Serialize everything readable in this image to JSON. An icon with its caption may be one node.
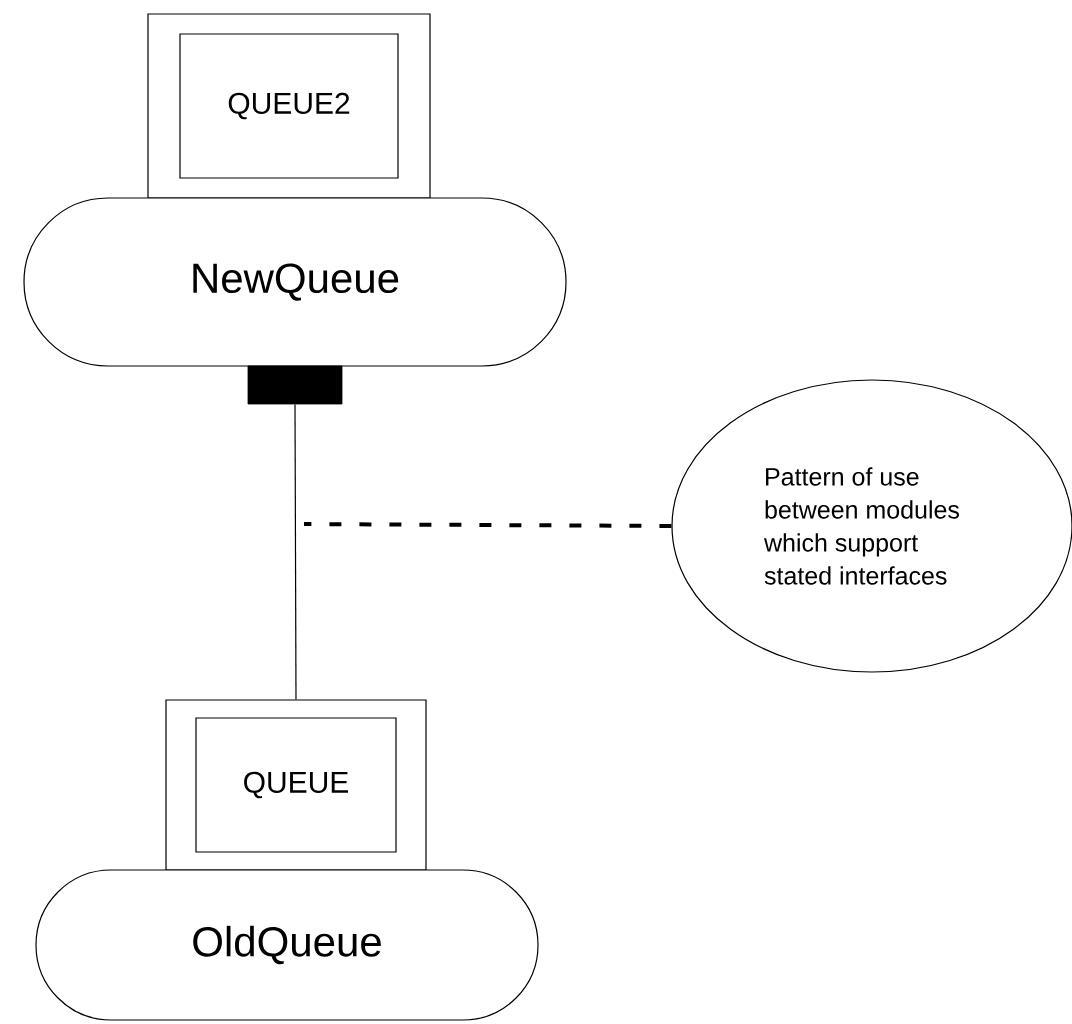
{
  "diagram": {
    "nodes": [
      {
        "text": [
          "QUEUE2"
        ]
      },
      {
        "text": [
          "NewQueue"
        ]
      },
      {
        "text": [],
        "shape": "box"
      },
      {
        "text": [
          "QUEUE"
        ]
      },
      {
        "text": [
          "OldQueue"
        ]
      },
      {
        "text": [
          "Pattern of use between modules which support stated interfaces"
        ]
      }
    ],
    "edges": [
      {
        "from": 2,
        "to": 3,
        "arrow": "none"
      },
      {
        "from": 5,
        "to": null,
        "arrow": "none",
        "style": "dashed"
      }
    ]
  }
}
